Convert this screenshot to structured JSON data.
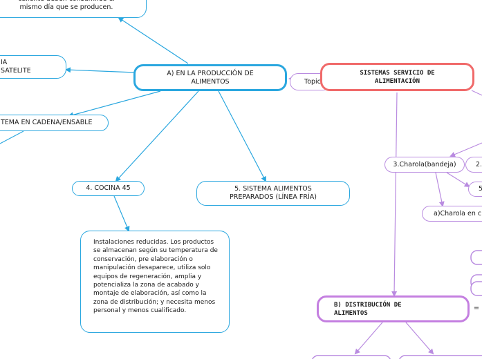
{
  "colors": {
    "blue": "#2aa7df",
    "purple": "#b98be0",
    "red": "#f06a6a"
  },
  "nodes": {
    "top_partial": "caliente deben consumirse el\nmismo día que se producen.",
    "satelite_partial": "IA\nSATELITE",
    "cadena_partial": "TEMA EN CADENA/ENSABLE",
    "produccion": "A) EN LA PRODUCCIÓN DE\nALIMENTOS",
    "cocina": "4. COCINA 45",
    "sistema_alimentos": "5. SISTEMA ALIMENTOS\nPREPARADOS (LÍNEA FRÍA)",
    "cocina_desc": "Instalaciones reducidas. Los productos se almacenan según su temperatura de conservación, pre elaboración o manipulación desaparece, utiliza solo equipos de regeneración, amplia y potencializa la zona de acabado y montaje de elaboración, así como la zona de distribución; y necesita menos personal y menos cualificado.",
    "sistemas_servicio": "SISTEMAS SERVICIO DE\nALIMENTACIÓN",
    "topic_partial": "Topic",
    "charola": "3.Charola(bandeja)",
    "partial_2": "2.",
    "partial_5": "5",
    "charola_a": "a)Charola en c",
    "distribucion": "B) DISTRIBUCIÓN DE\nALIMENTOS",
    "equals_mark": "="
  }
}
